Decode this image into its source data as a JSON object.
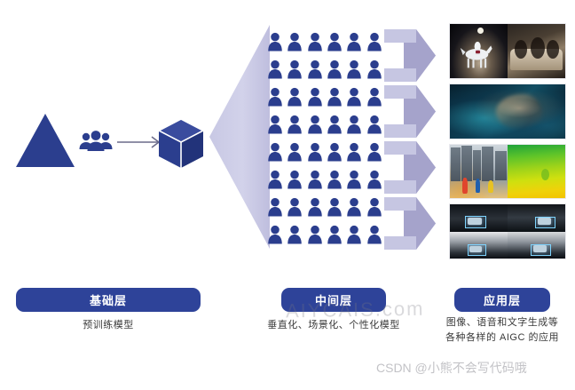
{
  "theme": {
    "deep_blue": "#2B3E8E",
    "pill_blue": "#2E4399",
    "wedge_light": "#CFCFE8",
    "wedge_dark": "#A9A8CE",
    "chevron_light": "#C6C6E2",
    "chevron_dark": "#A5A3CB",
    "background": "#FFFFFF",
    "caption_text": "#3A3A3A"
  },
  "diagram": {
    "title_layers": 3,
    "left_group": {
      "triangle_icon": "triangle-icon",
      "people_icon": "people-group-icon",
      "arrow_icon": "arrow-right-icon",
      "cube_icon": "cube-3d-icon"
    },
    "funnel": {
      "icon": "funnel-wedge-shape"
    },
    "people_grid": {
      "columns": 6,
      "rows": 8,
      "total": 48,
      "icon": "person-icon"
    },
    "chevrons": {
      "count": 4,
      "icon": "chevron-right-icon"
    },
    "thumbnails": [
      {
        "id": "thumb-1",
        "name": "astronaut-riding-horse-image"
      },
      {
        "id": "thumb-2",
        "name": "abstract-teal-artwork-image"
      },
      {
        "id": "thumb-3",
        "name": "street-scene-depth-map-image"
      },
      {
        "id": "thumb-4",
        "name": "autonomous-driving-frames-image"
      }
    ]
  },
  "layers": {
    "base": {
      "pill_label": "基础层",
      "caption": "预训练模型"
    },
    "middle": {
      "pill_label": "中间层",
      "caption": "垂直化、场景化、个性化模型"
    },
    "application": {
      "pill_label": "应用层",
      "caption_line1": "图像、语音和文字生成等",
      "caption_line2": "各种各样的 AIGC 的应用"
    }
  },
  "watermarks": {
    "middle": "AIYCAIS.com",
    "bottom": "CSDN @小熊不会写代码哦"
  }
}
